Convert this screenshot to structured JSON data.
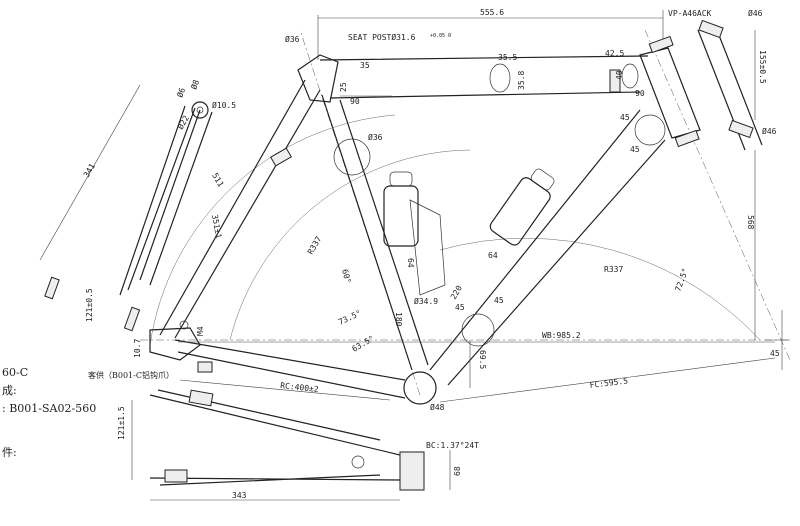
{
  "side_text": {
    "model": "60-C",
    "line2": "成:",
    "part_no": ": B001-SA02-560",
    "line4": "件:"
  },
  "labels": {
    "top_length": "555.6",
    "headset": "VP-A46ACK",
    "ht_top_dia": "Ø46",
    "ht_bot_dia": "Ø46",
    "ht_length": "155±0.5",
    "seat_tube_dia": "Ø36",
    "seat_post": "SEAT POSTØ31.6",
    "seat_post_tol": "+0.05 0",
    "tt_a": "35",
    "tt_b": "35.5",
    "tt_c": "42.5",
    "tt_d": "35.8",
    "tt_e": "90",
    "tt_f": "90",
    "tt_g": "40",
    "tt_h": "25",
    "dt_a": "45",
    "dt_b": "45",
    "dt_c": "45",
    "st_dia2": "Ø36",
    "stack": "568",
    "r_left": "R337",
    "r_right": "R337",
    "angle_st": "73.5°",
    "angle_ht": "72.5°",
    "angle_ss": "63.5°",
    "seat_len": "511",
    "ss_len": "351±1",
    "st_sub": "60°",
    "bottle_64a": "64",
    "bottle_64b": "64",
    "bb_dia": "Ø34.9",
    "bb_180": "180",
    "bb_220": "220",
    "bb_45": "45",
    "wb": "WB:985.2",
    "bb_drop": "69.5",
    "bb_shell": "Ø48",
    "rc": "RC:400±2",
    "fc": "FC:595.5",
    "right_45": "45",
    "m4": "M4",
    "drop_107": "10.7",
    "dropout_note": "客供（B001-C铝钩爪）",
    "bc": "BC:1.37°24T",
    "len_343": "343",
    "dim_68": "68",
    "dim_121": "121±1.5",
    "fork_341": "341",
    "fork_121": "121±0.5",
    "fork_8": "Ø8",
    "fork_6": "Ø6",
    "fork_105": "Ø10.5",
    "fork_22": "Ø22"
  }
}
